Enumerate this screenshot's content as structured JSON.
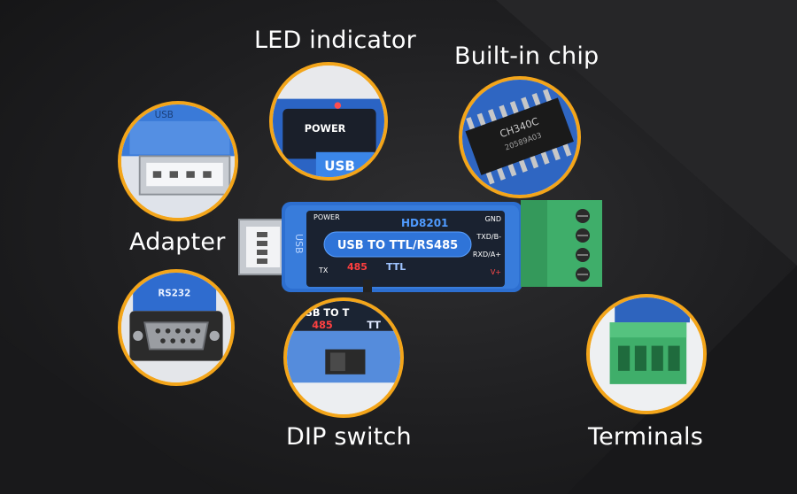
{
  "callouts": {
    "led_indicator": "LED indicator",
    "built_in_chip": "Built-in chip",
    "adapter": "Adapter",
    "dip_switch": "DIP switch",
    "terminals": "Terminals"
  },
  "device": {
    "model": "HD8201",
    "title": "USB TO TTL/RS485",
    "usb_side": "USB",
    "power": "POWER",
    "tx": "TX",
    "mode_485": "485",
    "mode_ttl": "TTL",
    "pin_gnd": "GND",
    "pin_txd": "TXD/B-",
    "pin_rxd": "RXD/A+",
    "pin_v": "V+"
  },
  "zoom_text": {
    "usb": "USB",
    "power": "POWER",
    "usb_partial": "USB",
    "chip_code": "CH340C",
    "chip_batch": "20589A03",
    "rs232": "RS232",
    "rs_side": "RS",
    "switch_top": "SB TO T",
    "switch_485": "485",
    "switch_ttl": "TT"
  },
  "colors": {
    "accent": "#f3a51a",
    "device_blue": "#2d6fd0",
    "terminal_green": "#3fae6a"
  }
}
